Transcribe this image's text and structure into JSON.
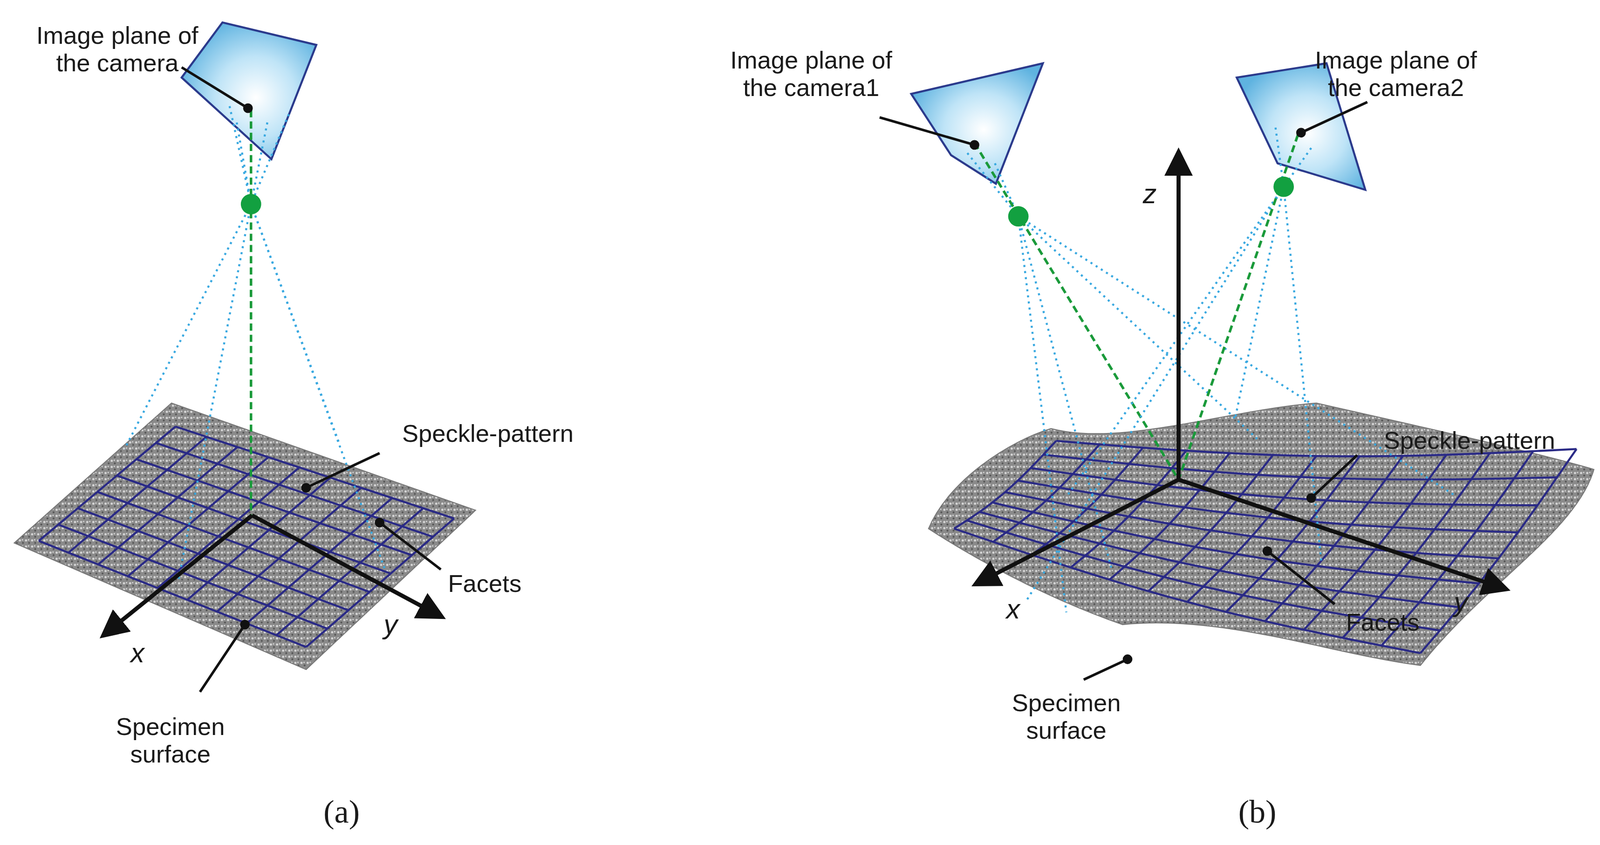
{
  "diagram": {
    "labels": [
      "Image plane of the camera",
      "Speckle-pattern",
      "Facets",
      "x",
      "y",
      "Specimen surface",
      "(a)",
      "Image plane of the camera1",
      "Image plane of the camera2",
      "z",
      "Speckle-pattern",
      "Facets",
      "x",
      "y",
      "Specimen surface",
      "(b)"
    ]
  }
}
